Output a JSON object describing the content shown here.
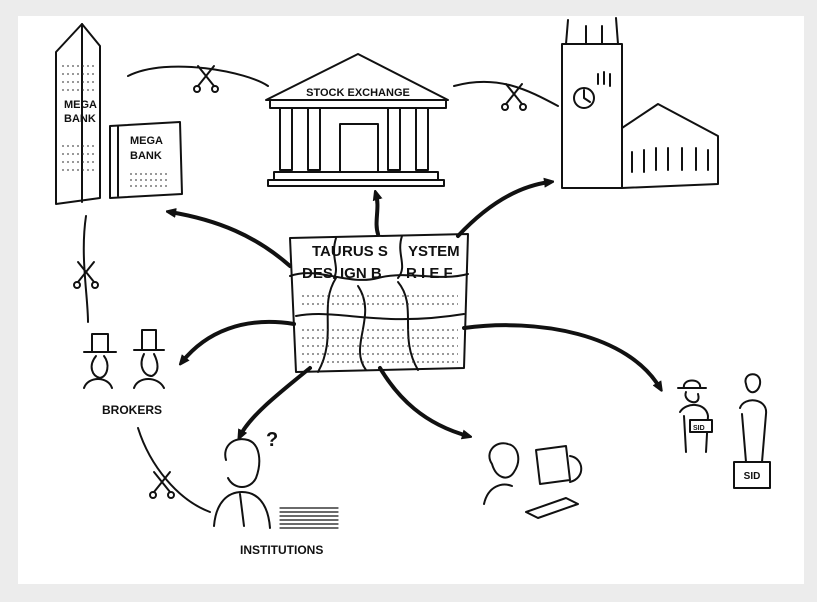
{
  "labels": {
    "mega_bank_tall_line1": "MEGA",
    "mega_bank_tall_line2": "BANK",
    "mega_bank_short_line1": "MEGA",
    "mega_bank_short_line2": "BANK",
    "stock_exchange": "STOCK EXCHANGE",
    "brokers": "BROKERS",
    "institutions": "INSTITUTIONS",
    "question_mark": "?",
    "sid_small": "SID",
    "sid_large": "SID"
  },
  "puzzle": {
    "row1": [
      "TAU",
      "RUS S",
      "YSTEM"
    ],
    "row2": [
      "DES",
      "IGN B",
      "R I E F"
    ]
  }
}
